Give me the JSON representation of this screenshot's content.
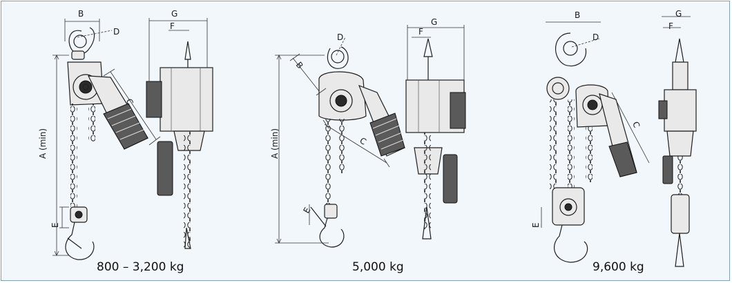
{
  "labels": {
    "a": "A (min)",
    "b": "B",
    "c": "C",
    "d": "D",
    "e": "E",
    "f": "F",
    "g": "G"
  },
  "captions": [
    "800 – 3,200 kg",
    "5,000 kg",
    "9,600 kg"
  ],
  "colors": {
    "background": "#f1f7fb",
    "border": "#7d9fc0",
    "line": "#1f1f1f"
  }
}
